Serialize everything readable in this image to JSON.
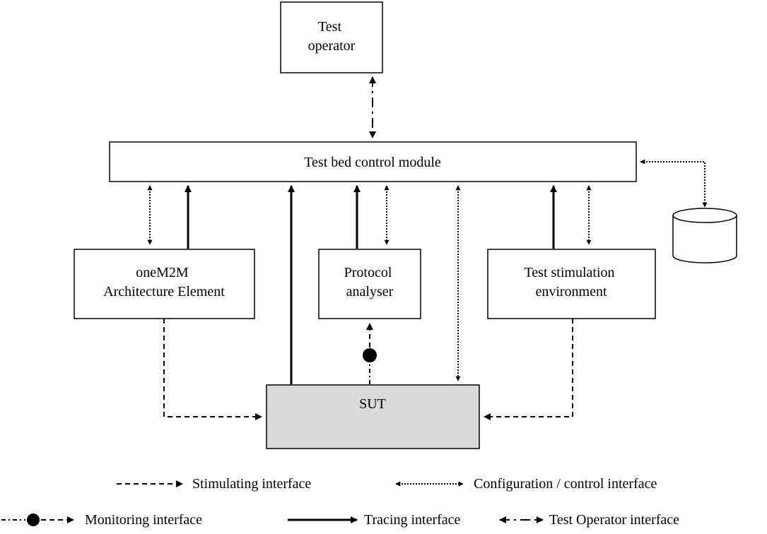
{
  "nodes": {
    "test_operator": [
      "Test",
      "operator"
    ],
    "control_module": "Test bed control module",
    "arch_element": [
      "oneM2M",
      "Architecture Element"
    ],
    "protocol_analyser": [
      "Protocol",
      "analyser"
    ],
    "stim_env": [
      "Test stimulation",
      "environment"
    ],
    "sut": "SUT"
  },
  "legend": {
    "stimulating": "Stimulating interface",
    "configuration": "Configuration / control interface",
    "monitoring": "Monitoring interface",
    "tracing": "Tracing interface",
    "test_operator": "Test Operator interface"
  },
  "colors": {
    "sut_fill": "#d9d9d9",
    "stroke": "#000000"
  }
}
